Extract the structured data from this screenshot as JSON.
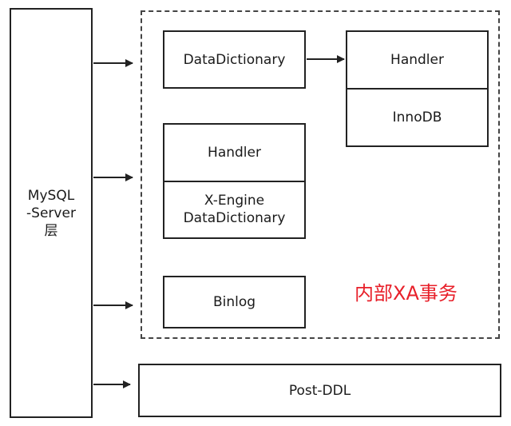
{
  "diagram": {
    "server_layer": {
      "label": "MySQL\n-Server\n层"
    },
    "internal_xa": {
      "label": "内部XA事务"
    },
    "data_dictionary": {
      "label": "DataDictionary"
    },
    "innodb_stack": {
      "top": "Handler",
      "bottom": "InnoDB"
    },
    "xengine_stack": {
      "top": "Handler",
      "bottom": "X-Engine\nDataDictionary"
    },
    "binlog": {
      "label": "Binlog"
    },
    "post_ddl": {
      "label": "Post-DDL"
    },
    "colors": {
      "xa_label": "#e8202a",
      "lines": "#222222"
    }
  }
}
